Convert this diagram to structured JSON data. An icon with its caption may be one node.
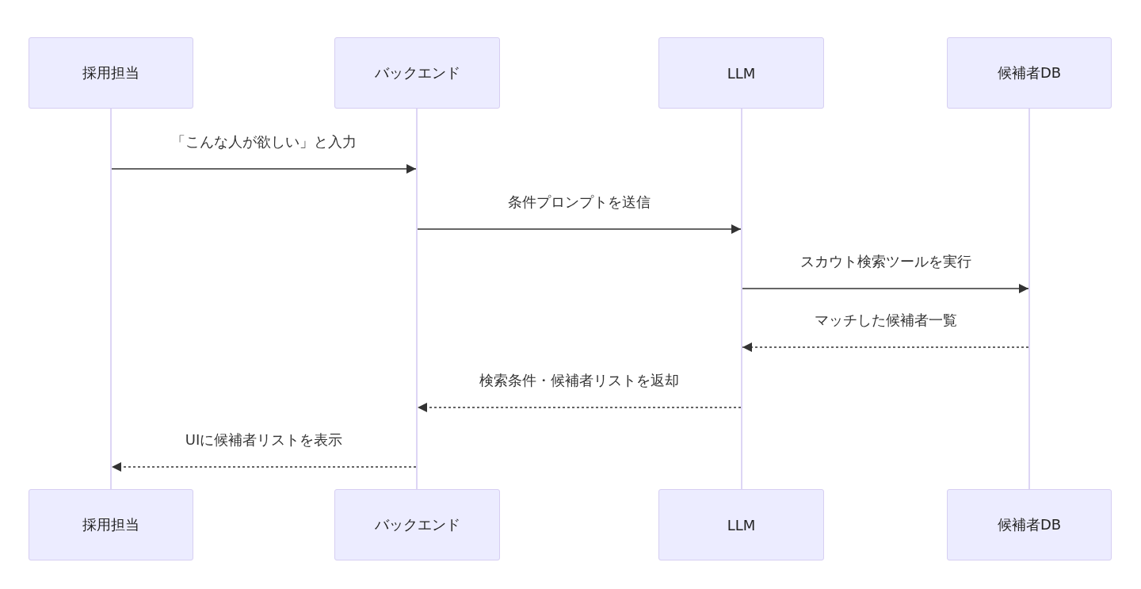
{
  "diagram": {
    "nodes": [
      {
        "text": [
          "採用担当"
        ]
      },
      {
        "text": [
          "バックエンド"
        ]
      },
      {
        "text": [
          "LLM"
        ]
      },
      {
        "text": [
          "候補者DB"
        ]
      },
      {
        "text": [],
        "shape": "bar"
      },
      {
        "text": [],
        "shape": "bar"
      },
      {
        "text": [],
        "shape": "bar"
      },
      {
        "text": [],
        "shape": "bar"
      },
      {
        "text": [
          "採用担当"
        ]
      },
      {
        "text": [
          "バックエンド"
        ]
      },
      {
        "text": [
          "LLM"
        ]
      },
      {
        "text": [
          "候補者DB"
        ]
      }
    ],
    "edges": [
      {
        "from": 4,
        "to": 5,
        "arrow": "to",
        "label": "「こんな人が欲しい」と入力"
      },
      {
        "from": 5,
        "to": 6,
        "arrow": "to",
        "label": "条件プロンプトを送信"
      },
      {
        "from": 6,
        "to": 7,
        "arrow": "to",
        "label": "スカウト検索ツールを実行"
      },
      {
        "from": 7,
        "to": 6,
        "arrow": "to",
        "label": "マッチした候補者一覧",
        "style": "dashed"
      },
      {
        "from": 6,
        "to": 5,
        "arrow": "to",
        "label": "検索条件・候補者リストを返却",
        "style": "dashed"
      },
      {
        "from": 5,
        "to": 4,
        "arrow": "to",
        "label": "UIに候補者リストを表示",
        "style": "dashed"
      }
    ]
  }
}
